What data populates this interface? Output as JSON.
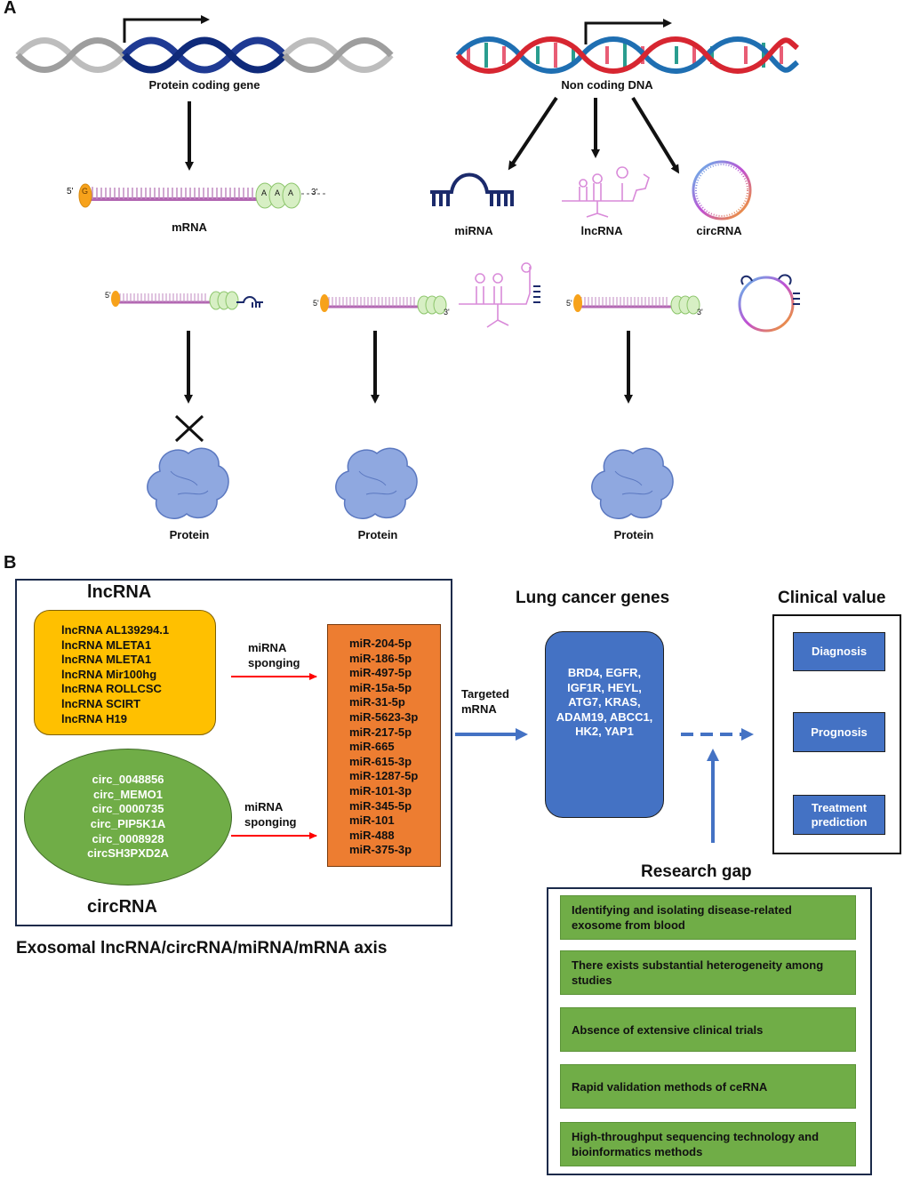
{
  "panel_a": {
    "label": "A",
    "protein_coding_gene": "Protein coding gene",
    "non_coding_dna": "Non coding DNA",
    "mrna": "mRNA",
    "mirna": "miRNA",
    "lncrna": "lncRNA",
    "circrna": "circRNA",
    "five_prime": "5'",
    "three_prime": "3'",
    "cap": "G",
    "poly_a": "A",
    "protein": "Protein"
  },
  "panel_b": {
    "label": "B",
    "lncrna_heading": "lncRNA",
    "circrna_heading": "circRNA",
    "axis_caption": "Exosomal lncRNA/circRNA/miRNA/mRNA axis",
    "lncrna_list": [
      "lncRNA AL139294.1",
      "lncRNA MLETA1",
      "lncRNA MLETA1",
      "lncRNA Mir100hg",
      "lncRNA ROLLCSC",
      "lncRNA SCIRT",
      "lncRNA H19"
    ],
    "circrna_list": [
      "circ_0048856",
      "circ_MEMO1",
      "circ_0000735",
      "circ_PIP5K1A",
      "circ_0008928",
      "circSH3PXD2A"
    ],
    "mirna_sponging_1": "miRNA sponging",
    "mirna_sponging_2": "miRNA sponging",
    "mirna_list": [
      "miR-204-5p",
      "miR-186-5p",
      "miR-497-5p",
      "miR-15a-5p",
      "miR-31-5p",
      "miR-5623-3p",
      "miR-217-5p",
      "miR-665",
      "miR-615-3p",
      "miR-1287-5p",
      "miR-101-3p",
      "miR-345-5p",
      "miR-101",
      "miR-488",
      "miR-375-3p"
    ],
    "targeted_mrna": "Targeted mRNA",
    "lung_cancer_heading": "Lung cancer genes",
    "lung_cancer_genes": "BRD4, EGFR, IGF1R, HEYL, ATG7, KRAS, ADAM19, ABCC1, HK2, YAP1",
    "clinical_value_heading": "Clinical value",
    "clinical_items": [
      "Diagnosis",
      "Prognosis",
      "Treatment prediction"
    ],
    "research_gap_heading": "Research gap",
    "research_gap_items": [
      "Identifying and isolating disease-related exosome from blood",
      "There exists substantial heterogeneity among studies",
      "Absence of extensive clinical trials",
      "Rapid validation methods of ceRNA",
      "High-throughput sequencing technology and bioinformatics methods"
    ]
  },
  "colors": {
    "lncrna_box": "#ffc000",
    "circrna_box": "#70ad47",
    "mirna_box": "#ed7d31",
    "gene_box": "#4472c4",
    "clinical_btn": "#4472c4",
    "research_item": "#70ad47",
    "dna_blue": "#1f3a93",
    "dna_red": "#d72631",
    "mrna_purple": "#b266b2",
    "cap_orange": "#f7a21b",
    "polya_green": "#d7efc4",
    "protein_blue": "#8fa8e0",
    "arrow_blue": "#4472c4",
    "arrow_red": "#ff0000"
  }
}
